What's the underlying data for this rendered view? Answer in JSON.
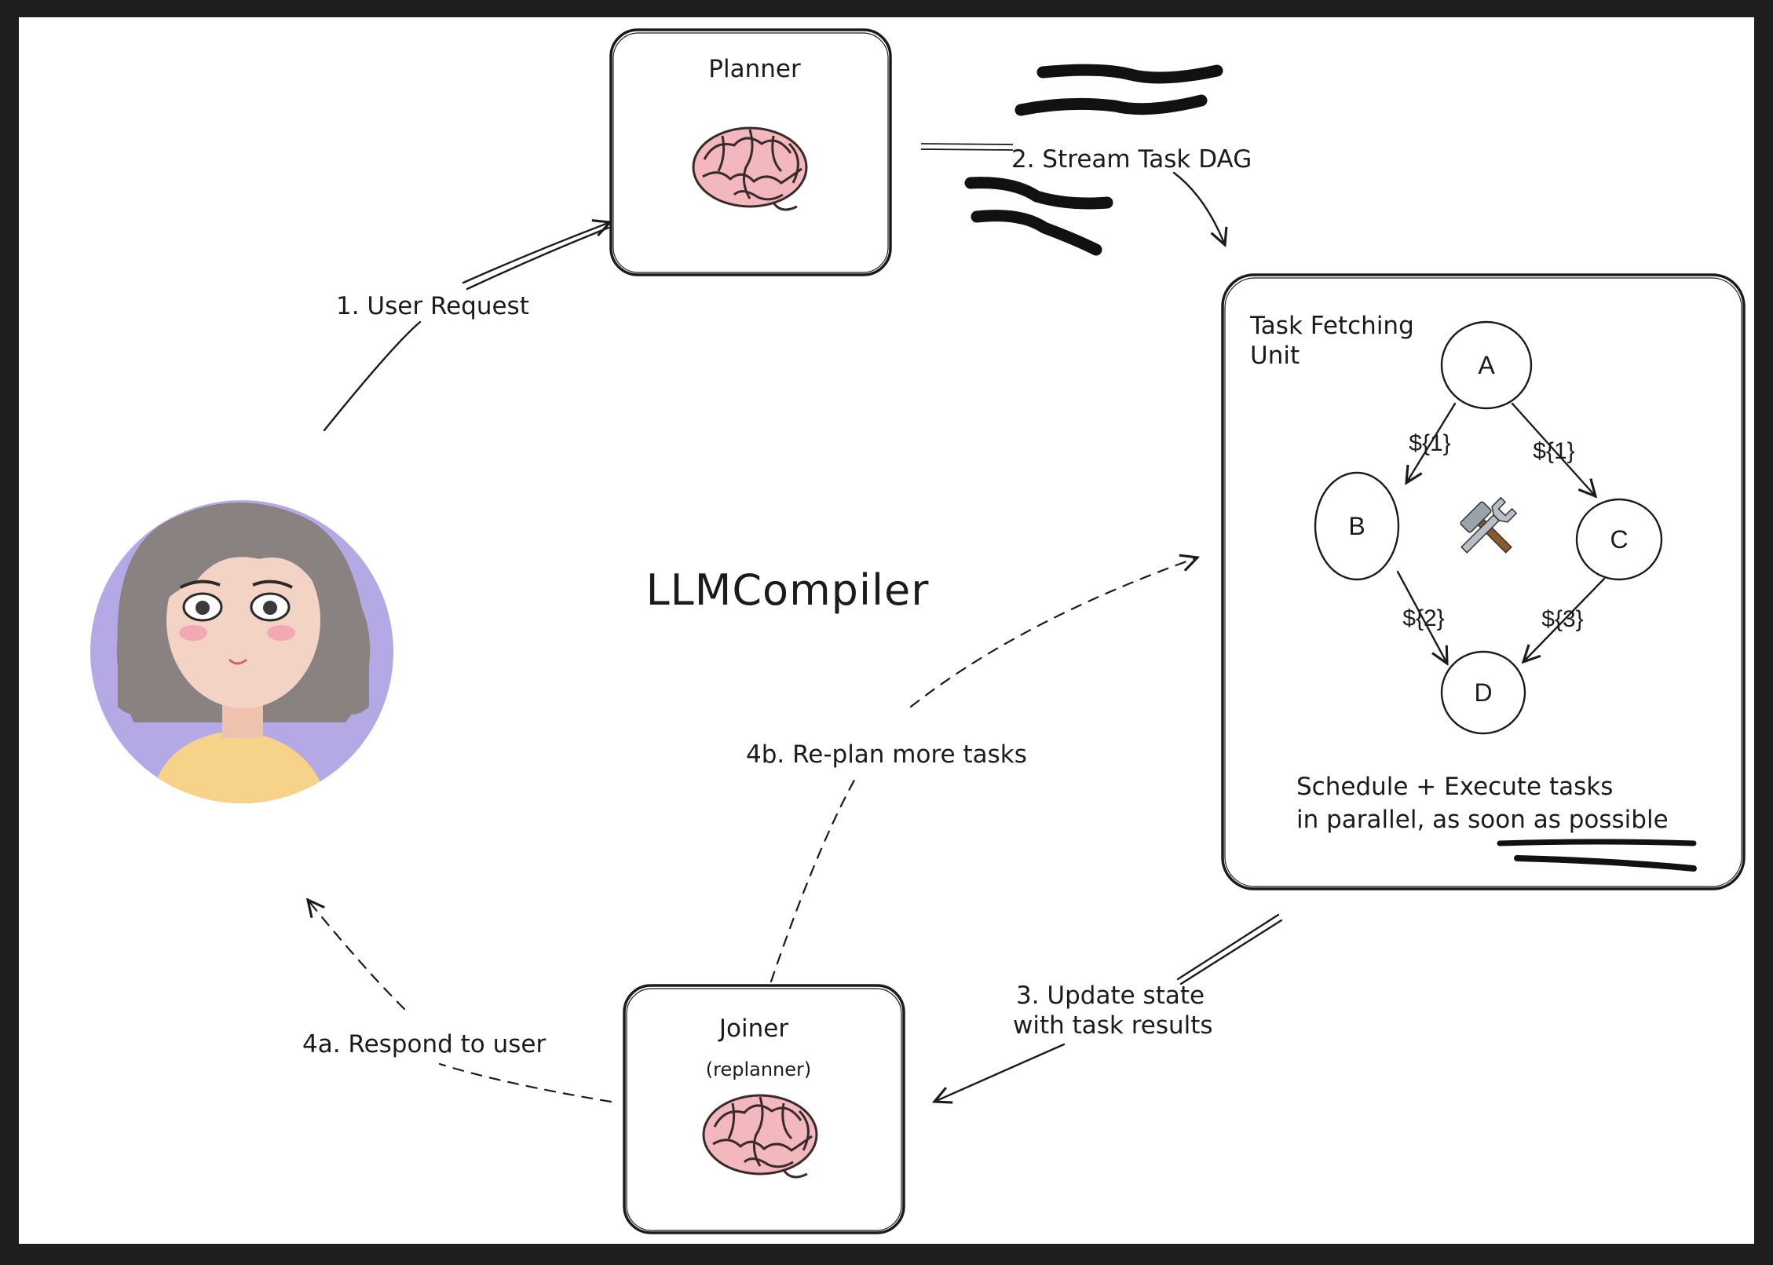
{
  "diagram": {
    "title": "LLMCompiler",
    "planner": {
      "label": "Planner",
      "icon": "brain-icon"
    },
    "joiner": {
      "label": "Joiner",
      "sublabel": "(replanner)",
      "icon": "brain-icon"
    },
    "task_fetching_unit": {
      "label_line1": "Task Fetching",
      "label_line2": "Unit",
      "note_line1": "Schedule + Execute tasks",
      "note_line2": "in parallel, as soon as possible",
      "tools_icon": "hammer-and-wrench-icon",
      "nodes": [
        "A",
        "B",
        "C",
        "D"
      ],
      "edge_labels": {
        "a_b": "${1}",
        "a_c": "${1}",
        "b_d": "${2}",
        "c_d": "${3}"
      }
    },
    "steps": {
      "user_request": "1. User Request",
      "stream_task_dag": "2. Stream Task DAG",
      "update_state_line1": "3. Update state",
      "update_state_line2": "with task results",
      "respond_to_user": "4a. Respond to user",
      "replan": "4b. Re-plan more tasks"
    },
    "user": {
      "icon": "user-avatar-icon"
    },
    "colors": {
      "background": "#ffffff",
      "frame": "#1e1e1e",
      "avatar_bg": "#b4a9e4",
      "brain": "#f2b8bd",
      "hair": "#8a8281",
      "shirt": "#f7d38a",
      "skin": "#f3d3c4"
    }
  }
}
